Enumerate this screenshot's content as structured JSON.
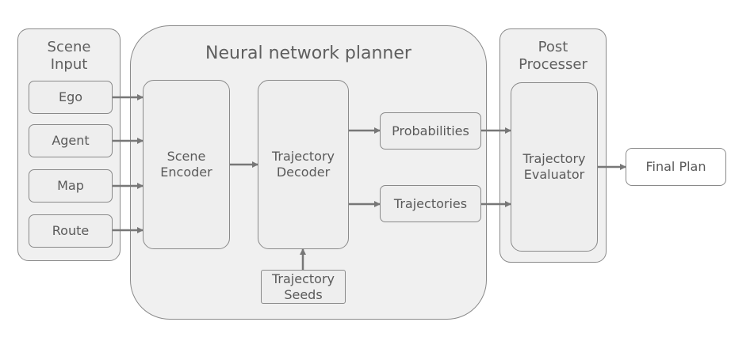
{
  "groups": {
    "scene_input": "Scene\nInput",
    "planner": "Neural network planner",
    "post_processer": "Post\nProcesser"
  },
  "inputs": [
    "Ego",
    "Agent",
    "Map",
    "Route"
  ],
  "blocks": {
    "scene_encoder": "Scene\nEncoder",
    "trajectory_decoder": "Trajectory\nDecoder",
    "probabilities": "Probabilities",
    "trajectories": "Trajectories",
    "trajectory_seeds": "Trajectory\nSeeds",
    "trajectory_evaluator": "Trajectory\nEvaluator",
    "final_plan": "Final Plan"
  },
  "colors": {
    "arrow": "#777777",
    "border": "#8a8a8a",
    "fill": "#eeeeee"
  }
}
